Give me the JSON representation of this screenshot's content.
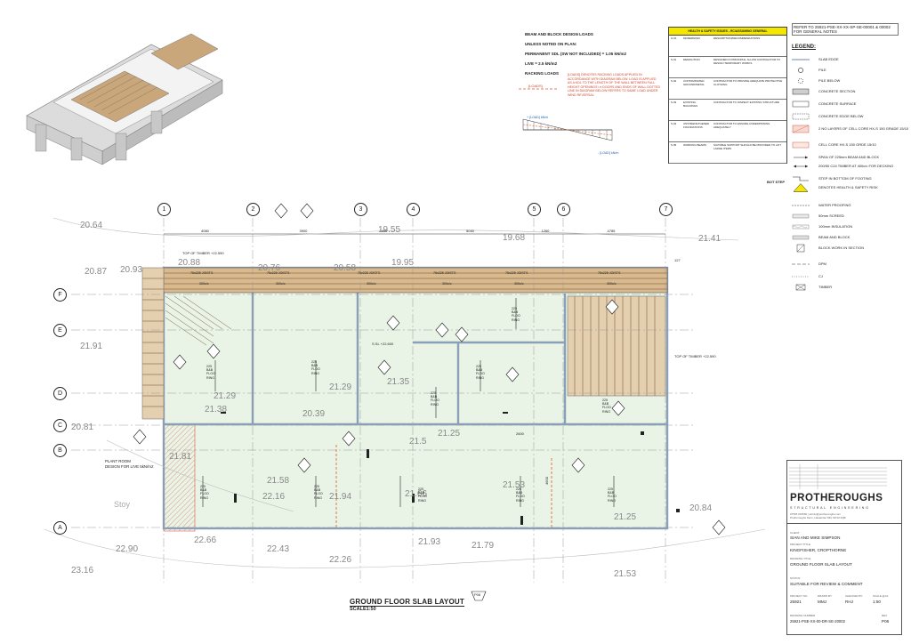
{
  "notes": {
    "heading": "BEAM AND BLOCK DESIGN LOADS",
    "line1": "UNLESS NOTED ON PLAN:",
    "line2": "PERMANENT SDL (SW NOT INCLUDED) = 1.05 kN/m2",
    "line3": "LIVE = 2.5 kN/m2",
    "racking_heading": "RACKING LOADS",
    "racking_text": "[LOADS] DENOTES RACKING LOADS APPLIED IN ACCORDANCE WITH DIAGRAM BELOW. LOAD IS APPLIED AS A KDL TO THE LENGTH OF THE WALL BETWEEN FULL HEIGHT OPENINGS i.e DOORS AND ENDS OF WALL DOTTED LINE IN DIAGRAM BELOW REFERS TO SAME LOAD UNDER WIND REVERSAL.",
    "load_tag": "[LOADS]",
    "load_diag_top": "+ [LOAD] kN/m",
    "load_diag_bottom": "- [LOAD] kN/m"
  },
  "hs_table": {
    "header": "HEALTH & SAFETY ISSUES - RC/ASSUMING GENERAL",
    "rows": [
      {
        "ref": "G.01",
        "item": "MODERNISM",
        "desc": "DESCRIPTION/RECOMMENDATIONS"
      },
      {
        "ref": "S.01",
        "item": "DEMOLITION",
        "desc": "DESIGNED IN PRINCIPLE. ALLOW CONTRACTOR TO DESIGN TEMPORARY WORKS"
      },
      {
        "ref": "S.02",
        "item": "CONTAMINATED GROUND/METAL",
        "desc": "CONTRACTOR TO PROVIDE ADEQUATE PROTECTIVE CLOTHING"
      },
      {
        "ref": "S.03",
        "item": "EXISTING BUILDINGS",
        "desc": "CONTRACTOR TO INSPECT EXISTING STRUCTURE"
      },
      {
        "ref": "S.04",
        "item": "UNSTRENGTHENED FOUNDATIONS",
        "desc": "CONTRACTOR TO ENSURE UNDERPINNING ADEQUATELY"
      },
      {
        "ref": "S.05",
        "item": "WORKING BEAMS",
        "desc": "SUITABLE SUPPORT SHOULD BE PROVIDED TO LIFT LARGE ITEMS"
      }
    ]
  },
  "legend": {
    "ref_note": "REFER TO 25921-PSE-XX-XX-SP-SE-00001 & 00002 FOR GENERAL NOTES",
    "title": "LEGEND:",
    "items": [
      {
        "sym": "slab",
        "label": "SLAB EDGE"
      },
      {
        "sym": "pile",
        "label": "PILE"
      },
      {
        "sym": "pilebelow",
        "label": "PILE BELOW"
      },
      {
        "sym": "concsec",
        "label": "CONCRETE SECTION"
      },
      {
        "sym": "concsurf",
        "label": "CONCRETE SURFACE"
      },
      {
        "sym": "concbelow",
        "label": "CONCRETE EDGE BELOW"
      },
      {
        "sym": "cellcore",
        "label": "2 NO LAYERS OF CELL CORE HX-S 150 GRADE 15/10"
      },
      {
        "sym": "cellcore1",
        "label": "CELL CORE HX-S 150 GRDE 15/10"
      },
      {
        "sym": "span",
        "label": "SPAN OF 225mm BEAM AND BLOCK"
      },
      {
        "sym": "timber",
        "label": "200/50 C24 TIMBER AT 400c/c FOR DECKING"
      },
      {
        "sym": "step",
        "label": "STEP IN BOTTOM OF FOOTING"
      },
      {
        "sym": "hs",
        "label": "DENOTES HEALTH & SAFETY RISK"
      },
      {
        "sym": "wp",
        "label": "WATER PROOFING"
      },
      {
        "sym": "screed",
        "label": "50mm SCREED"
      },
      {
        "sym": "insul",
        "label": "100mm INSULATION"
      },
      {
        "sym": "bb",
        "label": "BEAM AND BLOCK"
      },
      {
        "sym": "block",
        "label": "BLOCK WORK IN SECTION"
      },
      {
        "sym": "dpm",
        "label": "DPM"
      },
      {
        "sym": "cj",
        "label": "CJ"
      },
      {
        "sym": "timberx",
        "label": "TIMBER"
      }
    ]
  },
  "bot_step": "BOT STEP",
  "titleblock": {
    "brand": "PROTHEROUGHS",
    "sub": "STRUCTURAL ENGINEERING",
    "contact": "07565 615560 | admin@protheroughs.com",
    "address": "Protheroughs Farm, Hawarden Mill, NP10 2QB",
    "client_lbl": "CLIENT",
    "client": "SIAN AND MIKE SIMPSON",
    "project_lbl": "PROJECT TITLE",
    "project": "KINGFISHER, CROPTHORNE",
    "drawing_lbl": "DRAWING TITLE",
    "drawing": "GROUND FLOOR SLAB LAYOUT",
    "status_lbl": "STATUS",
    "status": "SUITABLE FOR REVIEW & COMMENT",
    "meta": [
      {
        "lbl": "PROJECT NO.",
        "val": "25921"
      },
      {
        "lbl": "DRAWN BY",
        "val": "MMJ"
      },
      {
        "lbl": "CHECKED BY",
        "val": "RHJ"
      },
      {
        "lbl": "SCALE @A1",
        "val": "1:50"
      }
    ],
    "number_lbl": "DRAWING NUMBER",
    "number": "25921-PSE-XX-00-DR-SE-20002",
    "rev_lbl": "REV",
    "rev": "P06"
  },
  "sheet": {
    "title": "GROUND FLOOR SLAB LAYOUT",
    "scale": "SCALE1:50",
    "rev_tag": "P06"
  },
  "grid": {
    "cols": [
      "1",
      "2",
      "3",
      "4",
      "5",
      "6",
      "7"
    ],
    "rows": [
      "F",
      "E",
      "D",
      "C",
      "B",
      "A"
    ],
    "dims": [
      "4080",
      "3900",
      "2400",
      "5040",
      "1260",
      "4785"
    ]
  },
  "levels": [
    "20.64",
    "20.88",
    "20.87",
    "20.93",
    "20.81",
    "20.76",
    "20.58",
    "19.95",
    "19.55",
    "19.68",
    "21.41",
    "21.91",
    "21.38",
    "21.29",
    "21.35",
    "21.25",
    "20.39",
    "21.81",
    "21.58",
    "22.16",
    "21.94",
    "21.66",
    "21.53",
    "21.25",
    "20.84",
    "21.79",
    "21.93",
    "22.26",
    "22.43",
    "22.66",
    "22.90",
    "23.16",
    "21.53",
    "21.29",
    "21.5"
  ],
  "labels": {
    "top_timber_1": "TOP OF TIMBER +22.590",
    "top_timber_2": "TOP OF TIMBER +22.590",
    "ssl": "S.SL +22.600",
    "plant_room": "PLANT ROOM",
    "plant_room_2": "DESIGN FOR LIVE 5kN/m2",
    "joists": "75x225 JOISTS",
    "joist_ctrs": "300c/c",
    "bb_225": "225 B&B FLOORING",
    "dim_2600": "2600",
    "dim_4600": "4600",
    "dim_127": "127",
    "stoy": "Stoy"
  }
}
